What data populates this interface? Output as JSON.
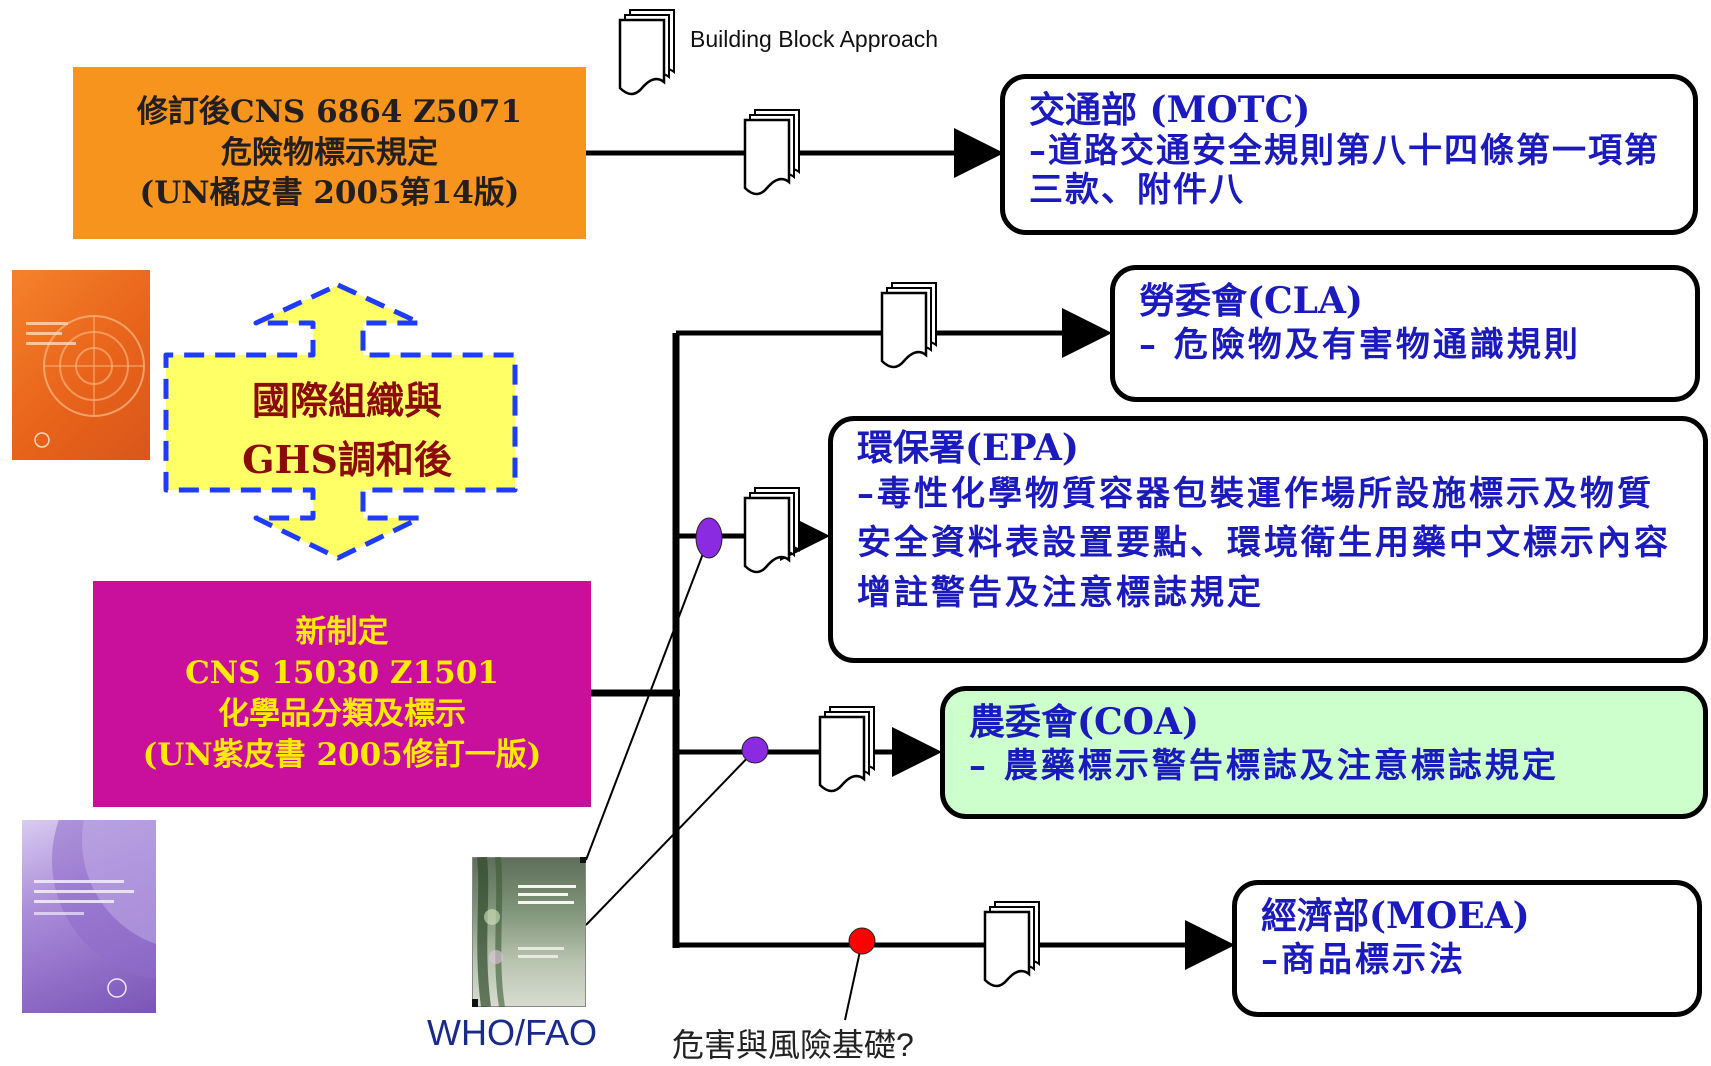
{
  "labels": {
    "building_block": "Building Block Approach",
    "who_fao": "WHO/FAO",
    "hazard_question": "危害與風險基礎?"
  },
  "source_boxes": {
    "cns6864": {
      "line1": "修訂後CNS 6864 Z5071",
      "line2": "危險物標示規定",
      "line3": "(UN橘皮書 2005第14版)"
    },
    "cns15030": {
      "line1": "新制定",
      "line2": "CNS 15030 Z1501",
      "line3": "化學品分類及標示",
      "line4": "(UN紫皮書 2005修訂一版)"
    }
  },
  "harmonize": {
    "line1": "國際組織與",
    "line2": "GHS調和後"
  },
  "targets": {
    "motc": {
      "title": "交通部 (MOTC)",
      "body": "–道路交通安全規則第八十四條第一項第三款、附件八"
    },
    "cla": {
      "title": "勞委會(CLA)",
      "body": "– 危險物及有害物通識規則"
    },
    "epa": {
      "title": "環保署(EPA)",
      "body": "–毒性化學物質容器包裝運作場所設施標示及物質安全資料表設置要點、環境衛生用藥中文標示內容增註警告及注意標誌規定"
    },
    "coa": {
      "title": "農委會(COA)",
      "body": "– 農藥標示警告標誌及注意標誌規定"
    },
    "moea": {
      "title": "經濟部(MOEA)",
      "body": "–商品標示法"
    }
  },
  "colors": {
    "orange_box": "#F7941D",
    "magenta_box": "#C8109C",
    "magenta_text": "#FFEA00",
    "target_text": "#1A1ABE",
    "harmonize_fill": "#FFFF66",
    "harmonize_border": "#1E3CFF",
    "harmonize_text": "#8B0A0A",
    "coa_fill": "#CCFFCC",
    "purple_dot": "#8A2BE2",
    "red_dot": "#FF0000"
  },
  "icons": {
    "document_stack": "document-stack-icon",
    "double_arrow": "double-arrow-icon"
  }
}
